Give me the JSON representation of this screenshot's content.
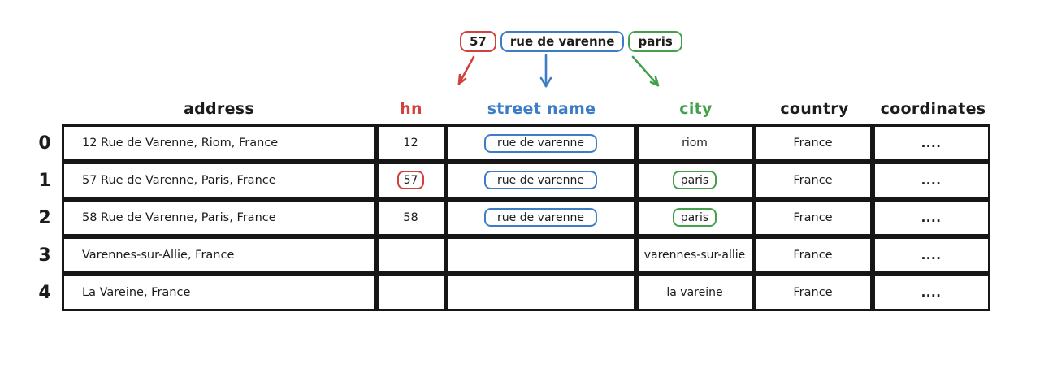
{
  "palette": {
    "ink": "#1c1c1c",
    "red": "#d2413c",
    "blue": "#3d7dc8",
    "green": "#44a04d",
    "background": "#ffffff"
  },
  "tokens": [
    {
      "label": "57",
      "color": "red",
      "target_column": "hn"
    },
    {
      "label": "rue de varenne",
      "color": "blue",
      "target_column": "street name"
    },
    {
      "label": "paris",
      "color": "green",
      "target_column": "city"
    }
  ],
  "table": {
    "columns": [
      {
        "key": "address",
        "label": "address",
        "color": "ink"
      },
      {
        "key": "hn",
        "label": "hn",
        "color": "red"
      },
      {
        "key": "street",
        "label": "street name",
        "color": "blue"
      },
      {
        "key": "city",
        "label": "city",
        "color": "green"
      },
      {
        "key": "country",
        "label": "country",
        "color": "ink"
      },
      {
        "key": "coordinates",
        "label": "coordinates",
        "color": "ink"
      }
    ],
    "rows": [
      {
        "index": "0",
        "address": "12 Rue de Varenne, Riom, France",
        "hn": "12",
        "street": "rue de varenne",
        "city": "riom",
        "country": "France",
        "coordinates": "...."
      },
      {
        "index": "1",
        "address": "57 Rue de Varenne, Paris, France",
        "hn": "57",
        "street": "rue de varenne",
        "city": "paris",
        "country": "France",
        "coordinates": "...."
      },
      {
        "index": "2",
        "address": "58 Rue de Varenne, Paris, France",
        "hn": "58",
        "street": "rue de varenne",
        "city": "paris",
        "country": "France",
        "coordinates": "...."
      },
      {
        "index": "3",
        "address": "Varennes-sur-Allie, France",
        "hn": "",
        "street": "",
        "city": "varennes-sur-allie",
        "country": "France",
        "coordinates": "...."
      },
      {
        "index": "4",
        "address": "La Vareine, France",
        "hn": "",
        "street": "",
        "city": "la vareine",
        "country": "France",
        "coordinates": "...."
      }
    ]
  }
}
